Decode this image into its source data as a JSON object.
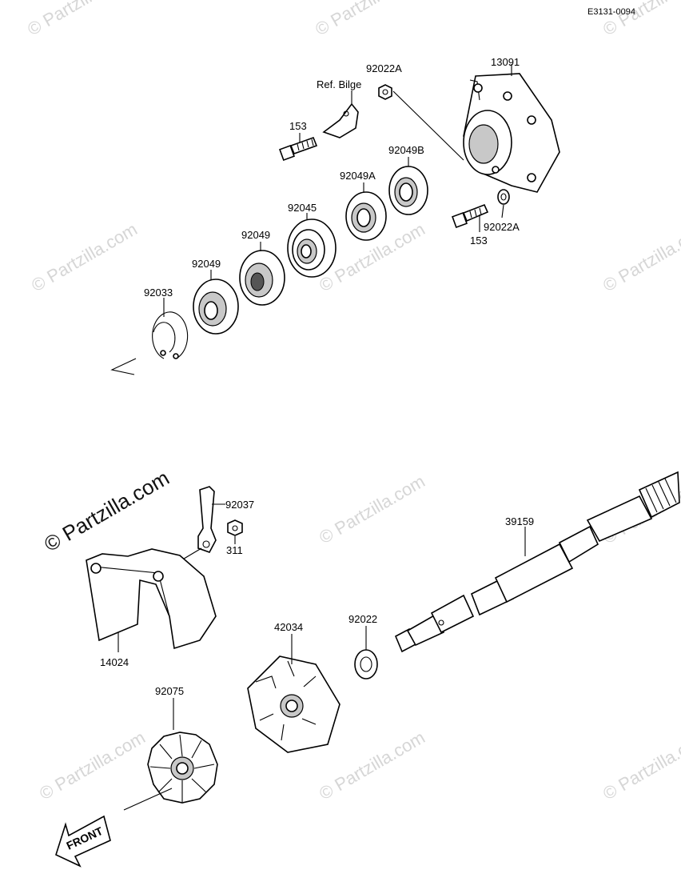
{
  "diagram": {
    "ref_code": "E3131-0094",
    "labels": {
      "p13091": "13091",
      "p92022A_top": "92022A",
      "ref_bilge": "Ref. Bilge",
      "p153_top": "153",
      "p92049B": "92049B",
      "p92049A": "92049A",
      "p92045": "92045",
      "p92049_a": "92049",
      "p92049_b": "92049",
      "p92033": "92033",
      "p92022A_bottom": "92022A",
      "p153_bottom": "153",
      "p92037": "92037",
      "p311": "311",
      "p39159": "39159",
      "p14024": "14024",
      "p42034": "42034",
      "p92022": "92022",
      "p92075": "92075"
    },
    "front_arrow": "FRONT",
    "watermark": "© Partzilla.com"
  }
}
